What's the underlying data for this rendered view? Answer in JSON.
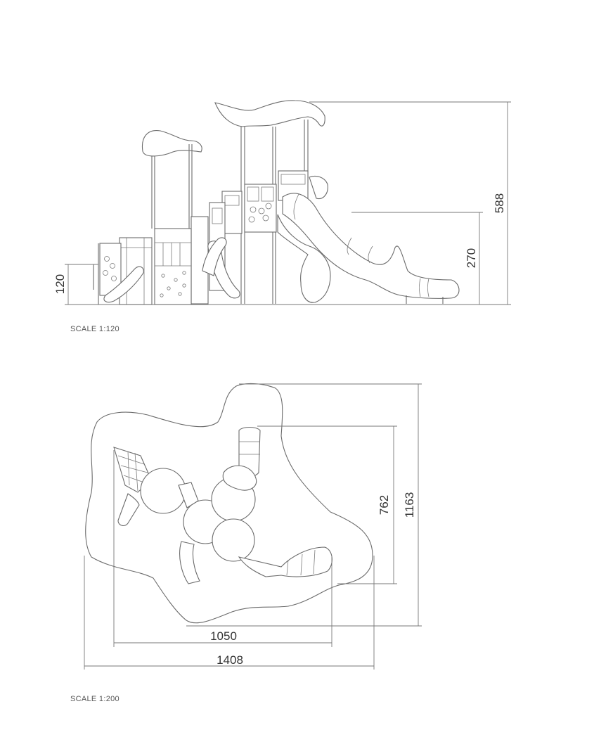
{
  "side_view": {
    "scale_label": "SCALE 1:120",
    "dimensions": {
      "total_height": "588",
      "platform_height": "270",
      "low_platform": "120"
    }
  },
  "plan_view": {
    "scale_label": "SCALE 1:200",
    "dimensions": {
      "depth_outer": "1163",
      "depth_inner": "762",
      "width_inner": "1050",
      "width_outer": "1408"
    }
  }
}
